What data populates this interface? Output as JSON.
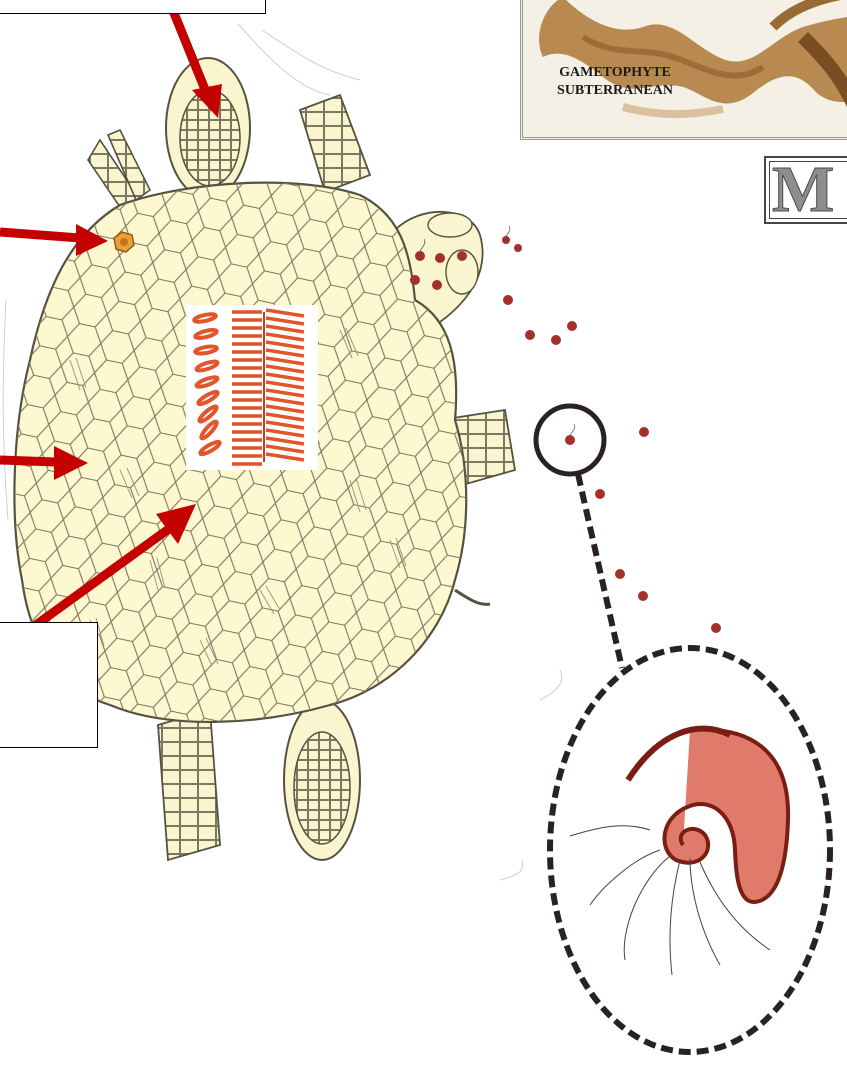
{
  "inset": {
    "caption_line1": "GAMETOPHYTE",
    "caption_line2": "SUBTERRANEAN"
  },
  "heading_fragment": "M",
  "colors": {
    "arrow": "#c40000",
    "cell_fill": "#fdf8d0",
    "cell_stroke": "#6b6b55",
    "spiral_fill": "#e07b6c",
    "spiral_stroke": "#7a1e14",
    "dashed_ring": "#2a2222",
    "band_orange": "#e2542a"
  },
  "icons": [
    "arrow-pointer-icon",
    "spermatozoid-icon"
  ]
}
